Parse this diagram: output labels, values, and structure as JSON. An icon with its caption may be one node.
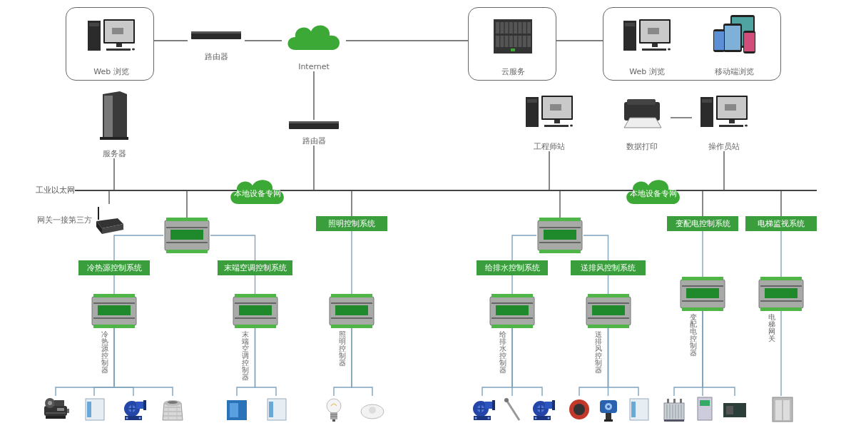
{
  "diagram": {
    "nodes": [
      {
        "text": [],
        "shape": "box"
      },
      {
        "text": [
          "Web 浏览"
        ],
        "in": 0
      },
      {
        "text": [
          "路由器"
        ]
      },
      {
        "text": [
          "Internet"
        ]
      },
      {
        "text": [],
        "shape": "box"
      },
      {
        "text": [
          "云服务"
        ],
        "in": 4
      },
      {
        "text": [],
        "shape": "box"
      },
      {
        "text": [
          "Web 浏览"
        ],
        "in": 6
      },
      {
        "text": [
          "移动端浏览"
        ],
        "in": 6
      },
      {
        "text": [
          "服务器"
        ]
      },
      {
        "text": [
          "路由器"
        ]
      },
      {
        "text": [
          "工程师站"
        ]
      },
      {
        "text": [
          "数据打印"
        ]
      },
      {
        "text": [
          "操作员站"
        ]
      },
      {
        "text": [
          "工业以太网"
        ]
      },
      {
        "text": [
          "本地设备专网"
        ]
      },
      {
        "text": [
          "本地设备专网"
        ]
      },
      {
        "text": [
          "网关一接第三方"
        ]
      },
      {
        "text": [],
        "shape": "picture"
      },
      {
        "text": [
          "照明控制系统"
        ]
      },
      {
        "text": [],
        "shape": "picture"
      },
      {
        "text": [
          "变配电控制系统"
        ]
      },
      {
        "text": [
          "电梯监视系统"
        ]
      },
      {
        "text": [
          "冷热源控制系统"
        ]
      },
      {
        "text": [
          "末端空调控制系统"
        ]
      },
      {
        "text": [
          "给排水控制系统"
        ]
      },
      {
        "text": [
          "送排风控制系统"
        ]
      },
      {
        "text": [],
        "shape": "picture",
        "beside": [
          "冷热源控制器"
        ]
      },
      {
        "text": [],
        "shape": "picture",
        "beside": [
          "末端空调控制器"
        ]
      },
      {
        "text": [],
        "shape": "picture",
        "beside": [
          "照明控制器"
        ]
      },
      {
        "text": [],
        "shape": "picture",
        "beside": [
          "给排水控制器"
        ]
      },
      {
        "text": [],
        "shape": "picture",
        "beside": [
          "送排风控制器"
        ]
      },
      {
        "text": [],
        "shape": "picture",
        "beside": [
          "变配电控制器"
        ]
      },
      {
        "text": [],
        "shape": "picture",
        "beside": [
          "电梯网关"
        ]
      },
      {
        "text": [],
        "shape": "picture"
      },
      {
        "text": [],
        "shape": "picture"
      },
      {
        "text": [],
        "shape": "picture"
      },
      {
        "text": [],
        "shape": "picture"
      },
      {
        "text": [],
        "shape": "picture"
      },
      {
        "text": [],
        "shape": "picture"
      },
      {
        "text": [],
        "shape": "picture"
      },
      {
        "text": [],
        "shape": "picture"
      },
      {
        "text": [],
        "shape": "picture"
      },
      {
        "text": [],
        "shape": "picture"
      },
      {
        "text": [],
        "shape": "picture"
      },
      {
        "text": [],
        "shape": "picture"
      },
      {
        "text": [],
        "shape": "picture"
      },
      {
        "text": [],
        "shape": "picture"
      },
      {
        "text": [],
        "shape": "picture"
      },
      {
        "text": [],
        "shape": "picture"
      },
      {
        "text": [],
        "shape": "picture"
      },
      {
        "text": [],
        "shape": "picture"
      }
    ],
    "edges": [
      {
        "from": 0,
        "to": 2,
        "arrow": "none",
        "color": "#555555"
      },
      {
        "from": 2,
        "to": 3,
        "arrow": "none",
        "color": "#555555"
      },
      {
        "from": 3,
        "to": 4,
        "arrow": "none",
        "color": "#555555"
      },
      {
        "from": 4,
        "to": 6,
        "arrow": "none",
        "color": "#555555"
      },
      {
        "from": 3,
        "to": 10,
        "arrow": "none",
        "color": "#555555"
      },
      {
        "from": 9,
        "to": 14,
        "arrow": "none",
        "color": "#555555"
      },
      {
        "from": 10,
        "to": 14,
        "arrow": "none",
        "color": "#555555"
      },
      {
        "from": 11,
        "to": 14,
        "arrow": "none",
        "color": "#555555"
      },
      {
        "from": 12,
        "to": 13,
        "arrow": "none",
        "color": "#555555"
      },
      {
        "from": 13,
        "to": 14,
        "arrow": "none",
        "color": "#555555"
      },
      {
        "from": 14,
        "to": 17,
        "arrow": "none",
        "color": "#555555"
      },
      {
        "from": 14,
        "to": 18,
        "arrow": "none",
        "color": "#555555"
      },
      {
        "from": 14,
        "to": 19,
        "arrow": "none",
        "color": "#555555"
      },
      {
        "from": 14,
        "to": 20,
        "arrow": "none",
        "color": "#555555"
      },
      {
        "from": 14,
        "to": 21,
        "arrow": "none",
        "color": "#555555"
      },
      {
        "from": 14,
        "to": 22,
        "arrow": "none",
        "color": "#555555"
      },
      {
        "from": 18,
        "to": 23,
        "arrow": "none"
      },
      {
        "from": 18,
        "to": 24,
        "arrow": "none"
      },
      {
        "from": 20,
        "to": 25,
        "arrow": "none"
      },
      {
        "from": 20,
        "to": 26,
        "arrow": "none"
      },
      {
        "from": 23,
        "to": 27,
        "arrow": "none"
      },
      {
        "from": 24,
        "to": 28,
        "arrow": "none"
      },
      {
        "from": 19,
        "to": 29,
        "arrow": "none"
      },
      {
        "from": 25,
        "to": 30,
        "arrow": "none"
      },
      {
        "from": 26,
        "to": 31,
        "arrow": "none"
      },
      {
        "from": 21,
        "to": 32,
        "arrow": "none"
      },
      {
        "from": 22,
        "to": 33,
        "arrow": "none"
      },
      {
        "from": 27,
        "to": 34,
        "arrow": "none"
      },
      {
        "from": 27,
        "to": 35,
        "arrow": "none"
      },
      {
        "from": 27,
        "to": 36,
        "arrow": "none"
      },
      {
        "from": 27,
        "to": 37,
        "arrow": "none"
      },
      {
        "from": 28,
        "to": 38,
        "arrow": "none"
      },
      {
        "from": 28,
        "to": 39,
        "arrow": "none"
      },
      {
        "from": 29,
        "to": 40,
        "arrow": "none"
      },
      {
        "from": 29,
        "to": 41,
        "arrow": "none"
      },
      {
        "from": 30,
        "to": 42,
        "arrow": "none"
      },
      {
        "from": 30,
        "to": 43,
        "arrow": "none"
      },
      {
        "from": 30,
        "to": 44,
        "arrow": "none"
      },
      {
        "from": 31,
        "to": 45,
        "arrow": "none"
      },
      {
        "from": 31,
        "to": 46,
        "arrow": "none"
      },
      {
        "from": 31,
        "to": 47,
        "arrow": "none"
      },
      {
        "from": 32,
        "to": 48,
        "arrow": "none"
      },
      {
        "from": 32,
        "to": 49,
        "arrow": "none"
      },
      {
        "from": 32,
        "to": 50,
        "arrow": "none"
      },
      {
        "from": 33,
        "to": 51,
        "arrow": "none"
      }
    ]
  }
}
